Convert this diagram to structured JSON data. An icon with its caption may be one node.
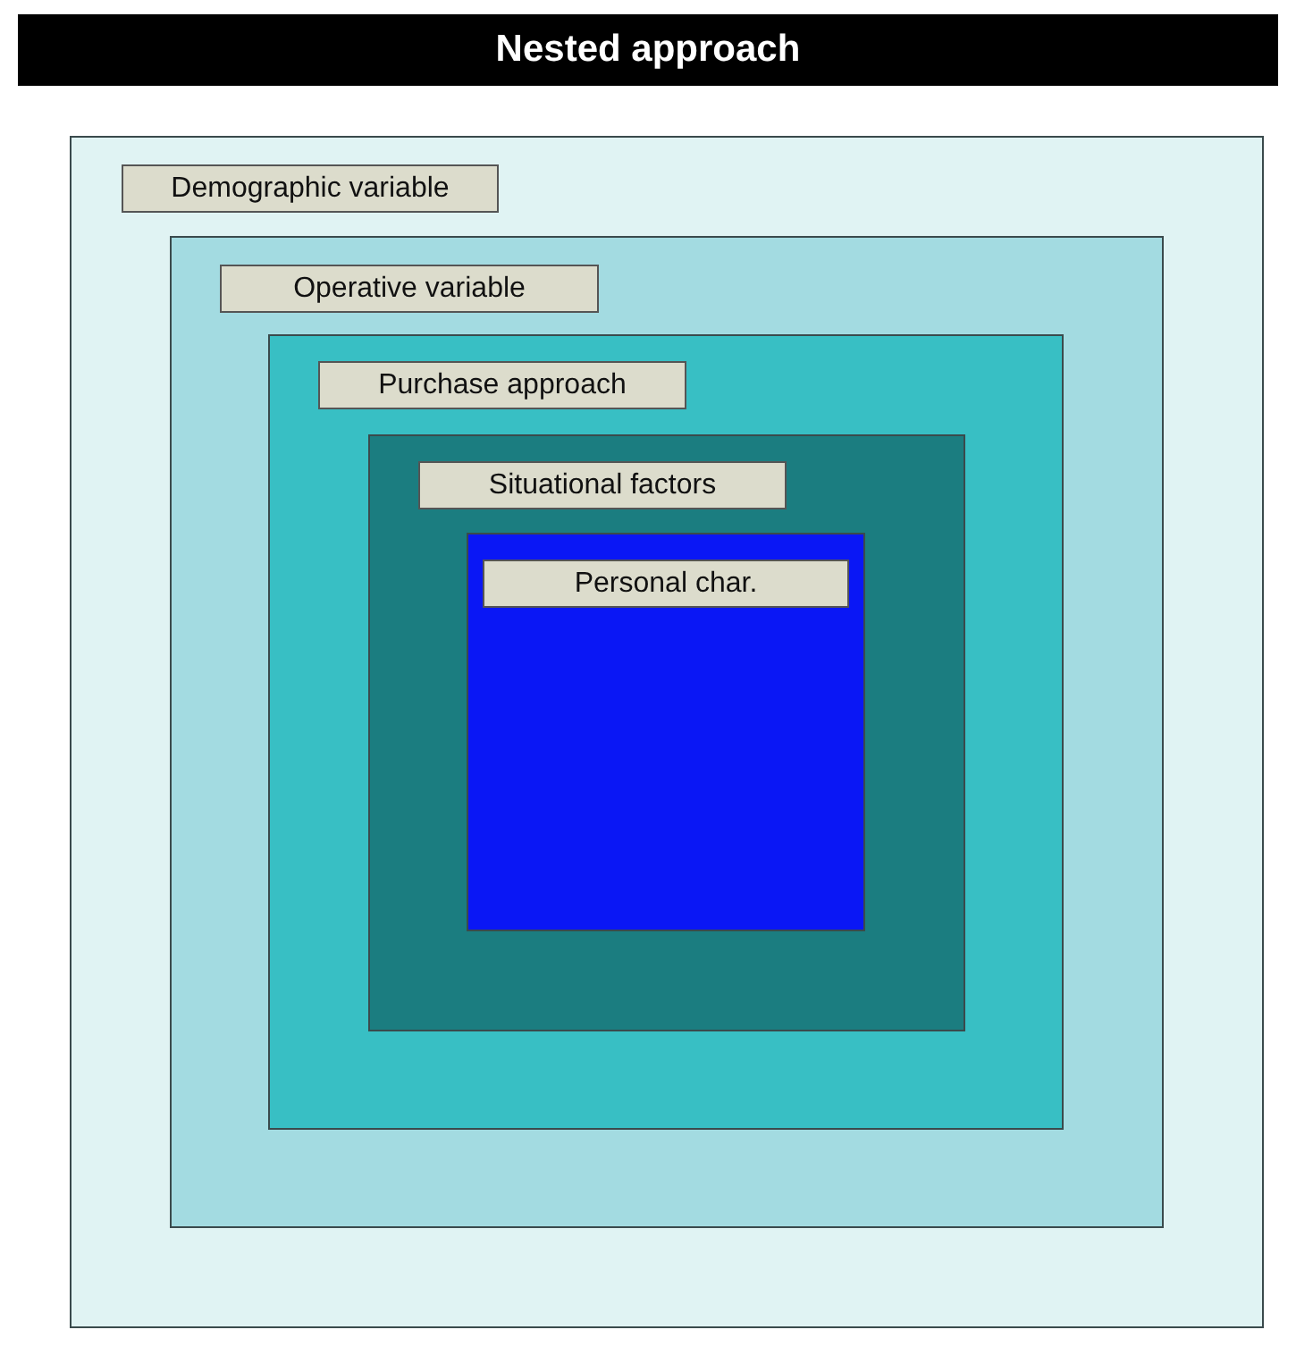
{
  "diagram": {
    "title": "Nested approach",
    "nodes": [
      {
        "text": [
          "Demographic variable"
        ]
      },
      {
        "text": [
          "Operative variable"
        ],
        "in": 0
      },
      {
        "text": [
          "Purchase approach"
        ],
        "in": 1
      },
      {
        "text": [
          "Situational factors"
        ],
        "in": 2
      },
      {
        "text": [
          "Personal char."
        ],
        "in": 3
      }
    ]
  }
}
